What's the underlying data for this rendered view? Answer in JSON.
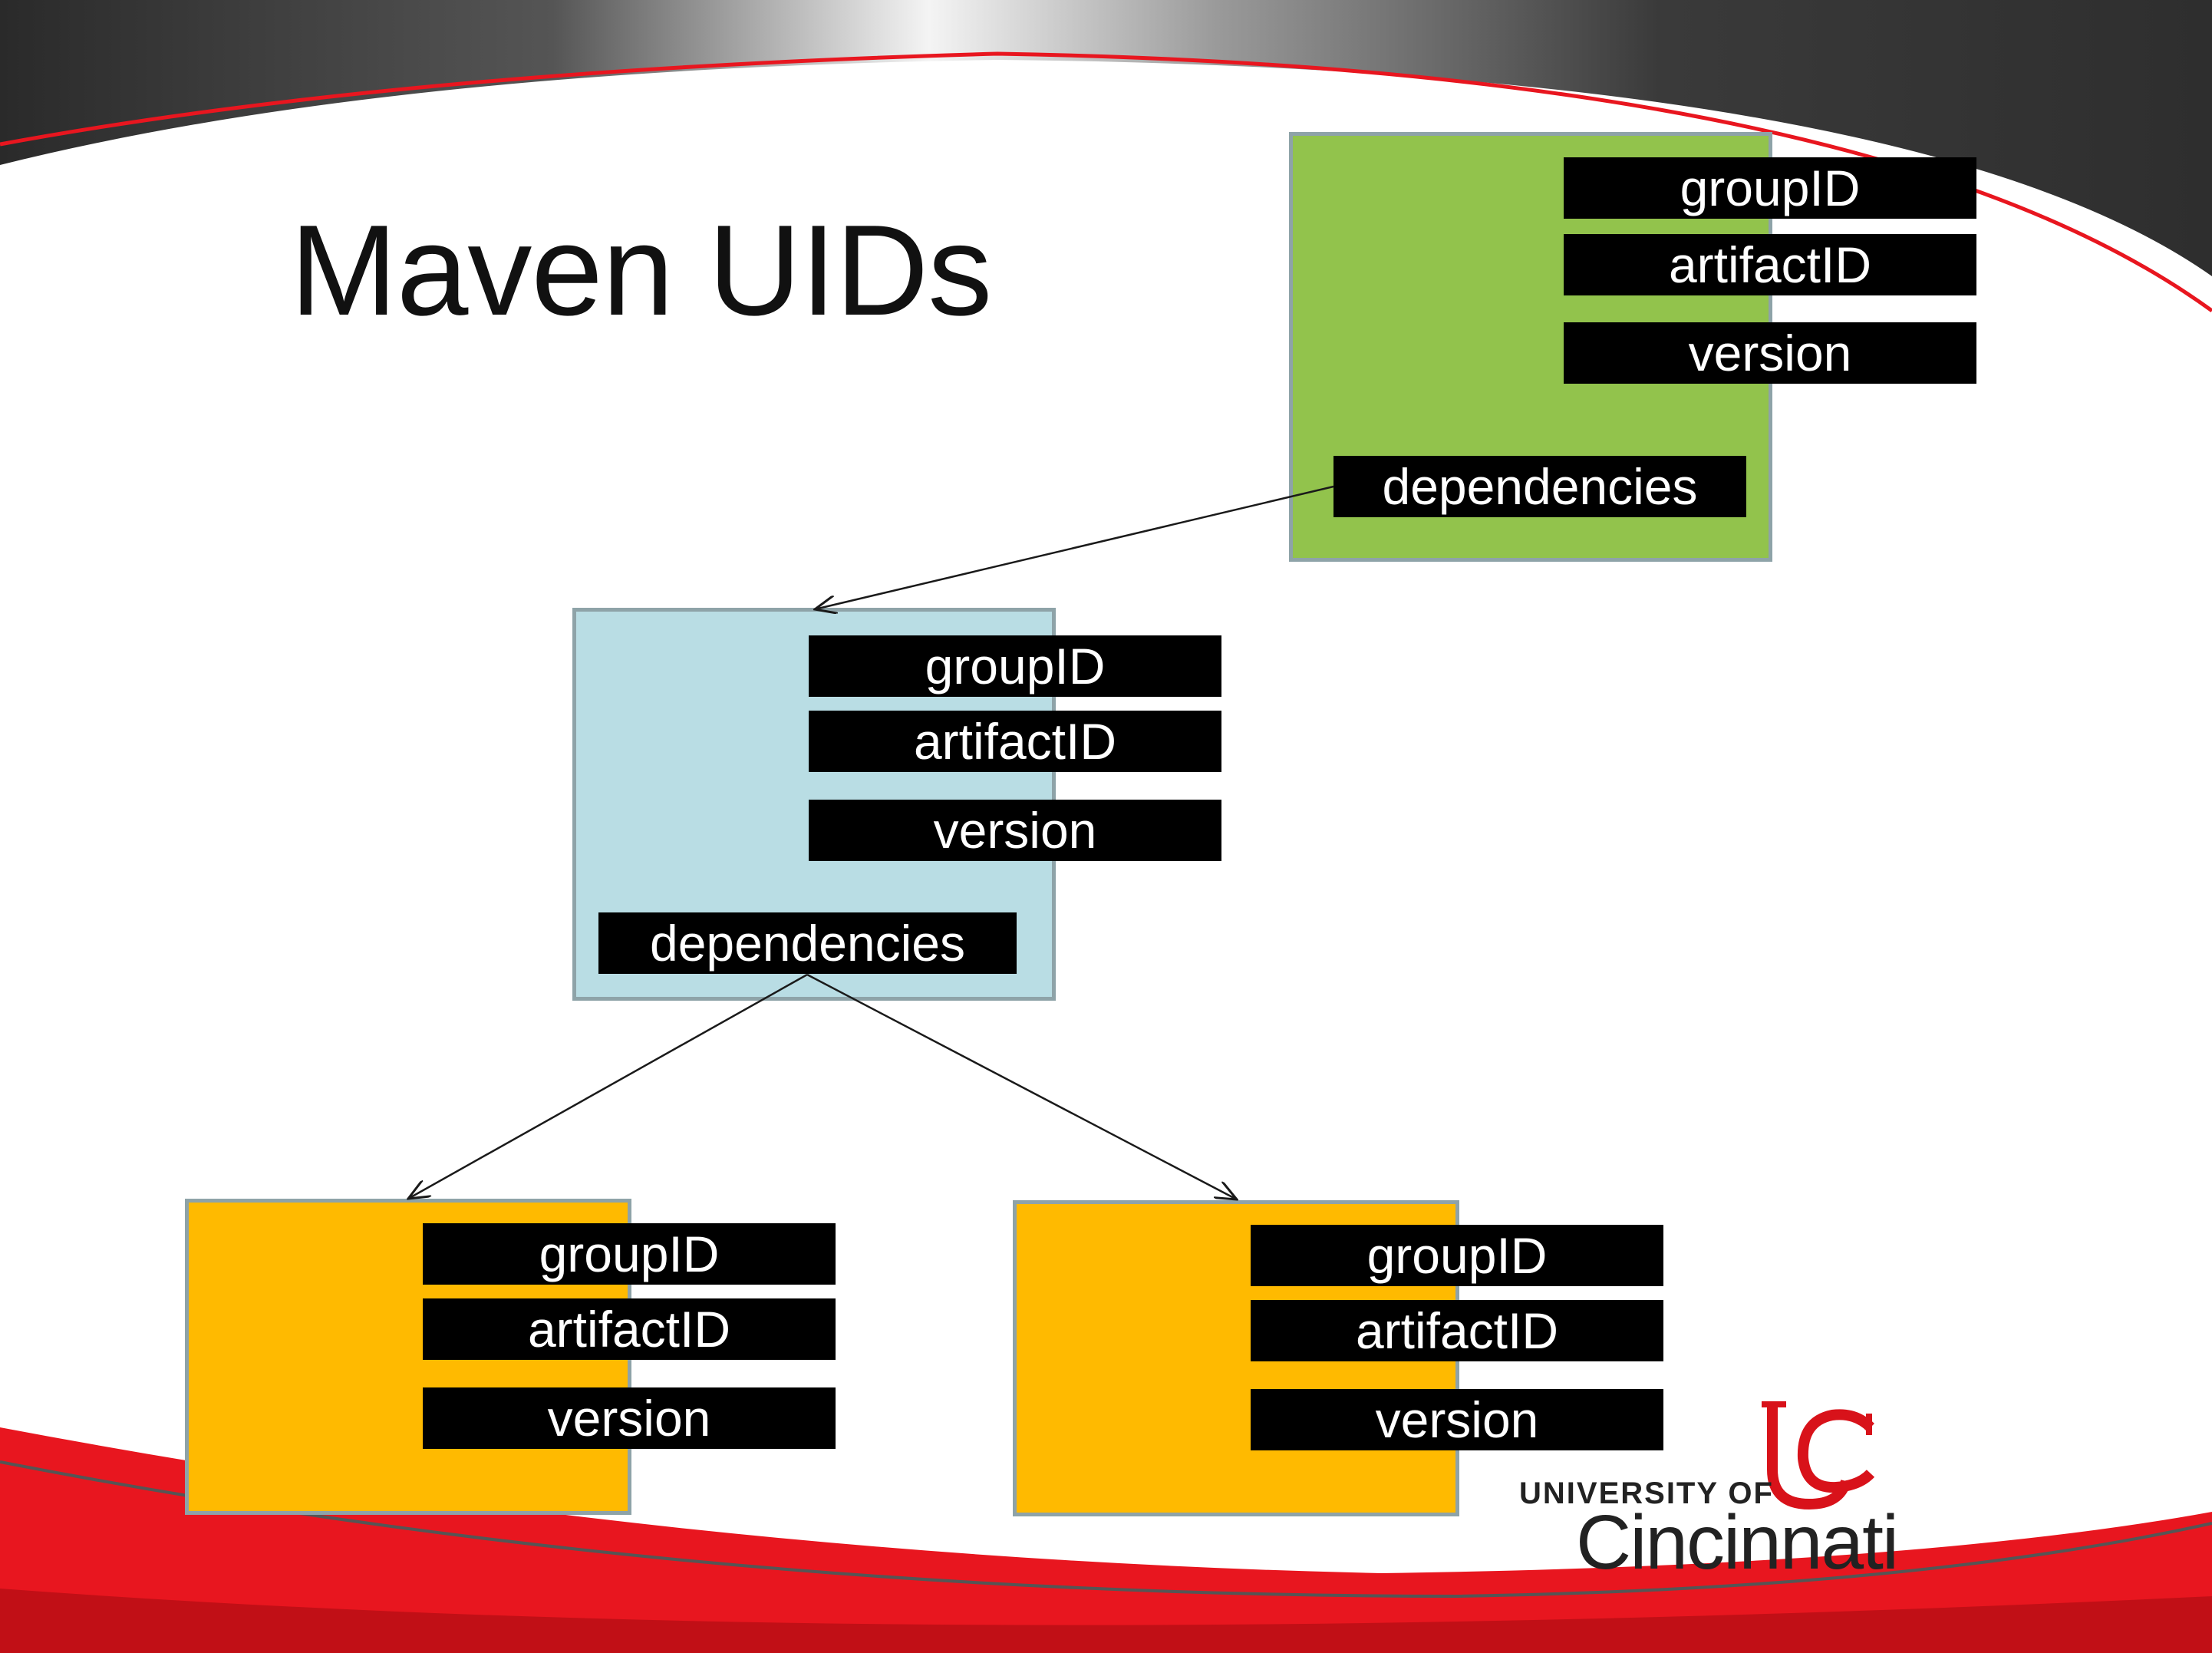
{
  "slide": {
    "title": "Maven UIDs",
    "colors": {
      "top_band": "#3a3a3a",
      "red_accent": "#e8161f",
      "green_box": "#92c34c",
      "blue_box": "#b9dde4",
      "orange_box": "#ffba00",
      "label_bg": "#000000"
    }
  },
  "nodes": {
    "top": {
      "group": "groupID",
      "artifact": "artifactID",
      "version": "version",
      "deps": "dependencies"
    },
    "middle": {
      "group": "groupID",
      "artifact": "artifactID",
      "version": "version",
      "deps": "dependencies"
    },
    "left": {
      "group": "groupID",
      "artifact": "artifactID",
      "version": "version"
    },
    "right": {
      "group": "groupID",
      "artifact": "artifactID",
      "version": "version"
    }
  },
  "logo": {
    "line1": "UNIVERSITY OF",
    "line2": "Cincinnati",
    "mark_icon": "uc-monogram-icon"
  }
}
